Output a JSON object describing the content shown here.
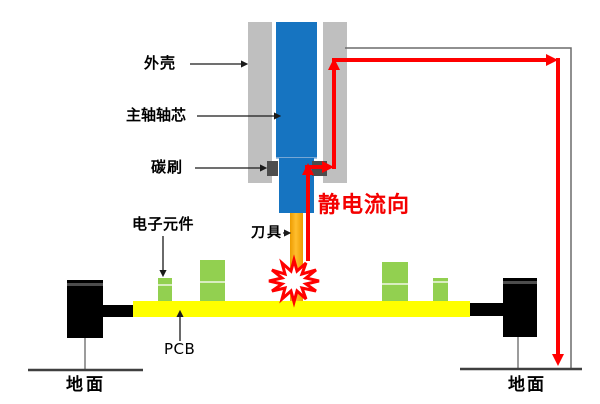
{
  "labels": {
    "housing": "外壳",
    "spindle_core": "主轴轴芯",
    "carbon_brush": "碳刷",
    "static_flow": "静电流向",
    "component": "电子元件",
    "tool": "刀具",
    "pcb": "PCB",
    "ground_left": "地面",
    "ground_right": "地面"
  },
  "colors": {
    "housing_gray": "#BFBFBF",
    "spindle_blue": "#1674C1",
    "brush_dark": "#4D4D4D",
    "tool_orange": "#F7A600",
    "pcb_yellow": "#FFFF00",
    "component_green": "#92D050",
    "flow_red": "#FF0000",
    "static_text_red": "#F40000",
    "support_black": "#000000",
    "ground_wire_gray": "#6B6B6B"
  }
}
